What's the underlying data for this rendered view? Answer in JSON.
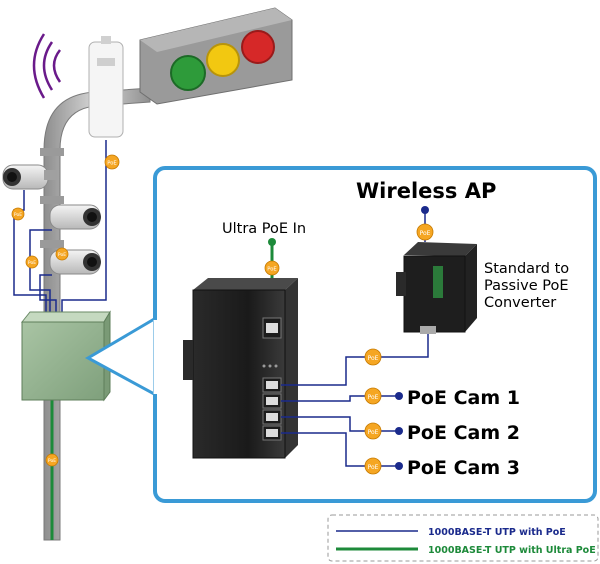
{
  "labels": {
    "wireless_ap": "Wireless AP",
    "ultra_poe_in": "Ultra PoE In",
    "converter_line1": "Standard to",
    "converter_line2": "Passive PoE",
    "converter_line3": "Converter",
    "cams": [
      "PoE Cam 1",
      "PoE Cam 2",
      "PoE Cam 3"
    ],
    "poe_badge": "PoE"
  },
  "legend": {
    "items": [
      {
        "label": "1000BASE-T UTP with PoE",
        "color": "#1a2a8c"
      },
      {
        "label": "1000BASE-T UTP with Ultra PoE",
        "color": "#1d8a3a"
      }
    ]
  },
  "colors": {
    "frame": "#3a9ad6",
    "poe_line": "#1a2a8c",
    "ultra_poe_line": "#1d8a3a",
    "badge": "#f5a623",
    "traffic_red": "#d62828",
    "traffic_yellow": "#f2c811",
    "traffic_green": "#2e9b3a"
  },
  "icons": [
    "wifi-waves-icon",
    "traffic-light-icon",
    "cctv-camera-icon",
    "industrial-switch-icon",
    "poe-converter-icon",
    "wireless-ap-icon",
    "outdoor-cabinet-icon"
  ]
}
